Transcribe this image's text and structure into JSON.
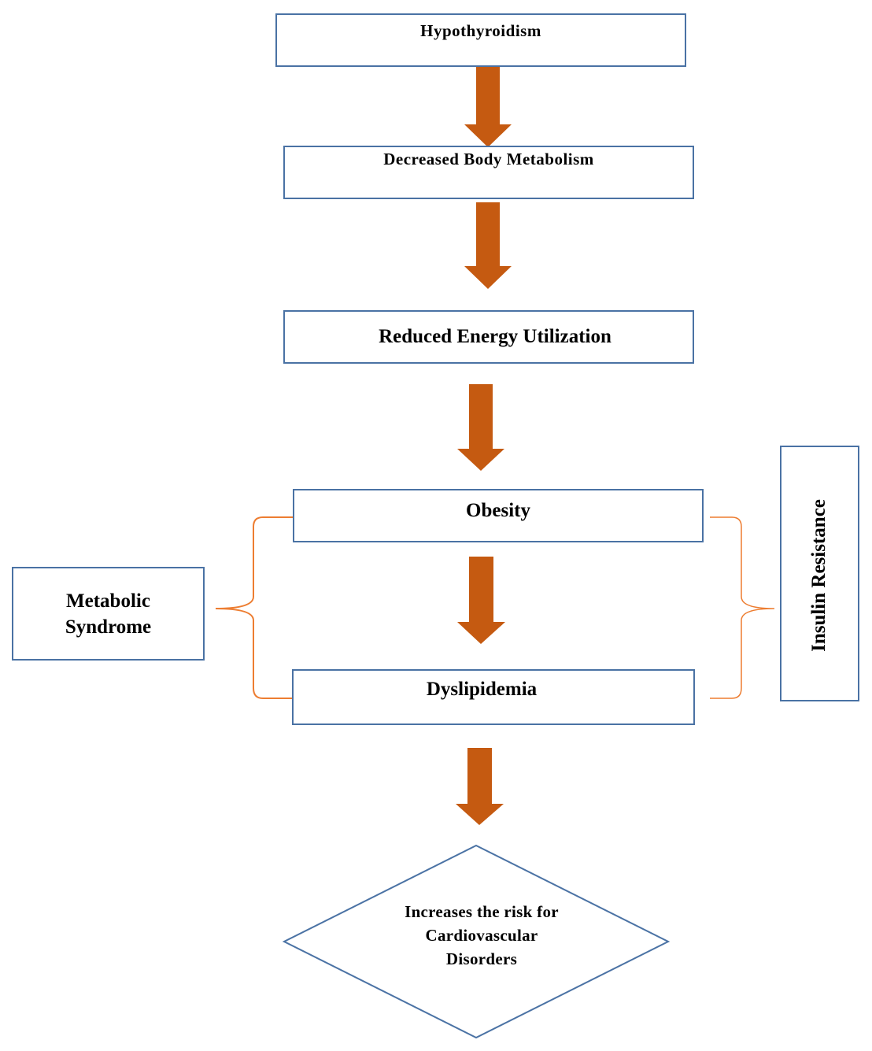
{
  "diagram": {
    "nodes": {
      "hypothyroidism": "Hypothyroidism",
      "decreased_metabolism": "Decreased Body Metabolism",
      "reduced_energy": "Reduced Energy Utilization",
      "obesity": "Obesity",
      "dyslipidemia": "Dyslipidemia",
      "metabolic_syndrome_line1": "Metabolic",
      "metabolic_syndrome_line2": "Syndrome",
      "insulin_resistance": "Insulin Resistance",
      "outcome_line1": "Increases the risk for",
      "outcome_line2": "Cardiovascular",
      "outcome_line3": "Disorders"
    },
    "colors": {
      "box_border": "#4a72a4",
      "arrow_fill": "#c55a11",
      "bracket_stroke": "#ed7d31"
    }
  }
}
